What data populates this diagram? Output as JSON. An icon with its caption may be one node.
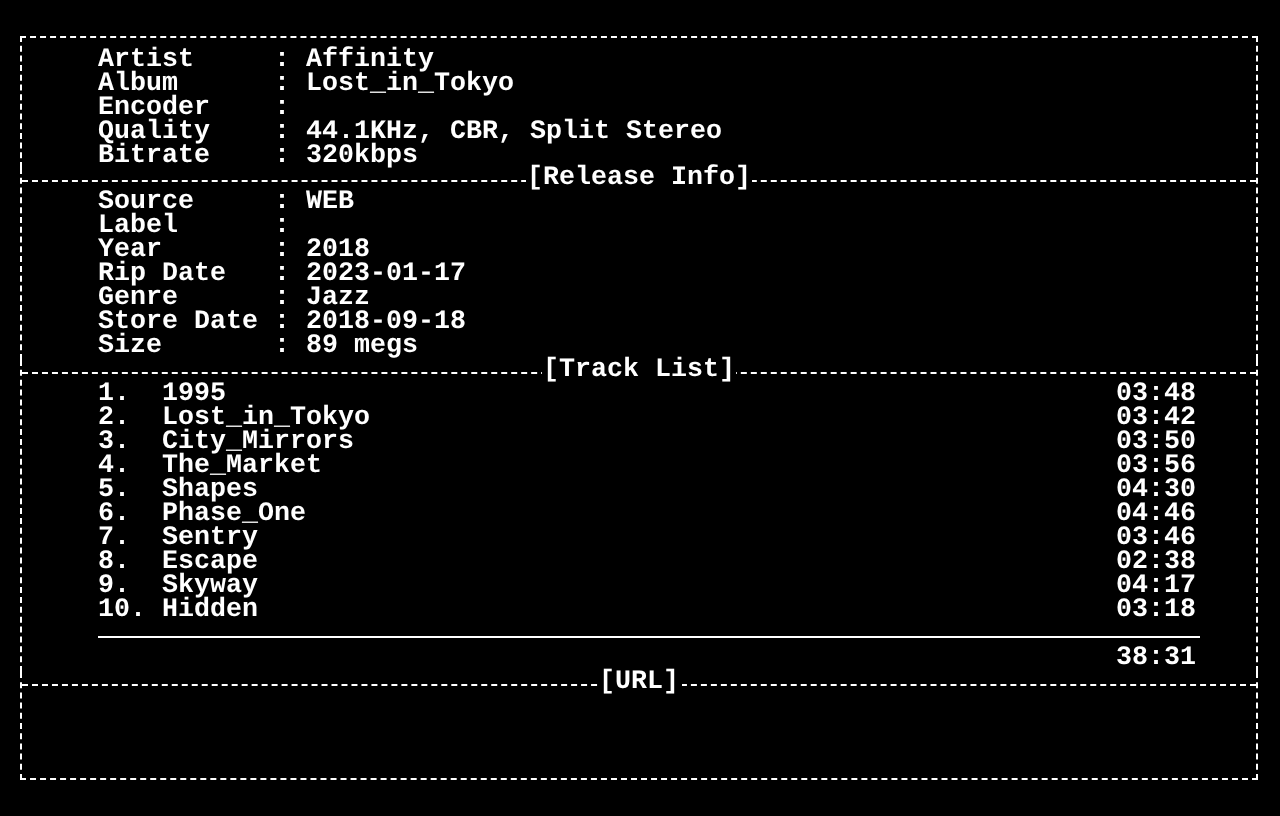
{
  "diagram": {
    "nodes": [
      {
        "text": [
          "Artist",
          ": Affinity",
          "Album",
          ": Lost_in_Tokyo",
          "Encoder",
          ":",
          "Quality",
          ": 44.1KHz, CBR, Split Stereo",
          "Bitrate",
          ": 320kbps"
        ]
      },
      {
        "text": [
          "[Release Info]",
          "Source",
          ": WEB",
          "Label",
          ":",
          "Year",
          ": 2018",
          "Rip Date",
          ": 2023-01-17",
          "Genre",
          ": Jazz",
          "Store Date",
          ": 2018-09-18",
          "Size",
          ": 89 megs"
        ]
      },
      {
        "text": [
          "[Track List]",
          "1.",
          "1995",
          "03:48",
          "2.",
          "Lost_in_Tokyo",
          "03:42",
          "3.",
          "City_Mirrors",
          "03:50",
          "4.",
          "The_Market",
          "03:56",
          "5.",
          "Shapes",
          "04:30",
          "6.",
          "Phase_One",
          "04:46",
          "7.",
          "Sentry",
          "03:46",
          "8.",
          "Escape",
          "02:38",
          "9.",
          "Skyway",
          "04:17",
          "10.",
          "Hidden",
          "03:18",
          "38:31"
        ]
      },
      {
        "text": [
          "[URL]"
        ]
      }
    ]
  }
}
